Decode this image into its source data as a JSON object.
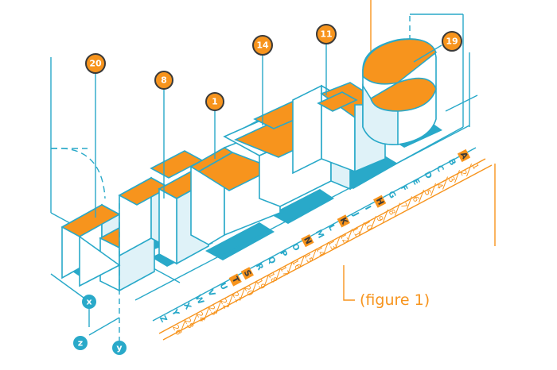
{
  "colors": {
    "orange": "#f7941d",
    "blue": "#29a9c9",
    "pale_blue": "#dff2f8",
    "dark": "#3a3a3a",
    "white": "#ffffff"
  },
  "letters_3d": [
    "T",
    "H",
    "A",
    "N",
    "K",
    "S"
  ],
  "callouts": [
    {
      "label": "20",
      "id": "callout-20"
    },
    {
      "label": "8",
      "id": "callout-8"
    },
    {
      "label": "1",
      "id": "callout-1"
    },
    {
      "label": "14",
      "id": "callout-14"
    },
    {
      "label": "11",
      "id": "callout-11"
    },
    {
      "label": "19",
      "id": "callout-19"
    }
  ],
  "axes": {
    "x": "x",
    "y": "y",
    "z": "z"
  },
  "figure_label": "(figure 1)",
  "alphabet": [
    "A",
    "B",
    "C",
    "D",
    "E",
    "F",
    "G",
    "H",
    "I",
    "J",
    "K",
    "L",
    "M",
    "N",
    "O",
    "P",
    "Q",
    "R",
    "S",
    "T",
    "U",
    "V",
    "W",
    "X",
    "Y",
    "Z"
  ],
  "highlighted_letters": [
    "A",
    "H",
    "K",
    "N",
    "S",
    "T"
  ],
  "numbers": [
    "1",
    "2",
    "3",
    "4",
    "5",
    "6",
    "7",
    "8",
    "9",
    "10",
    "11",
    "12",
    "13",
    "14",
    "15",
    "16",
    "17",
    "18",
    "19",
    "20",
    "21",
    "22",
    "23",
    "24",
    "25",
    "26"
  ]
}
